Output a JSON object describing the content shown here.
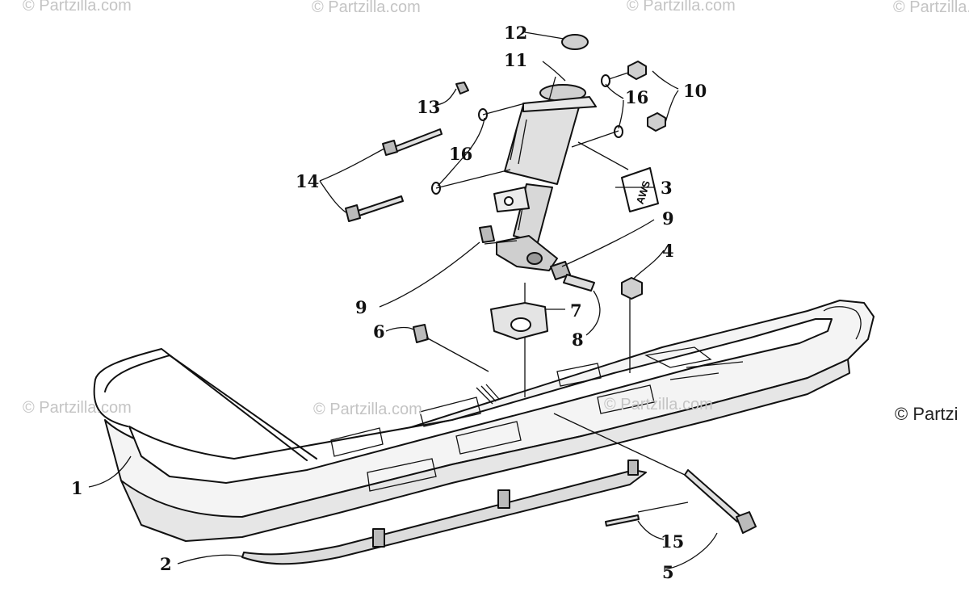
{
  "watermark": "© Partzilla.com",
  "side_watermark": "© Partzi",
  "decal_text": "AWS",
  "callouts": [
    "1",
    "2",
    "3",
    "4",
    "5",
    "6",
    "7",
    "8",
    "9",
    "9",
    "10",
    "11",
    "12",
    "13",
    "14",
    "15",
    "16",
    "16"
  ]
}
